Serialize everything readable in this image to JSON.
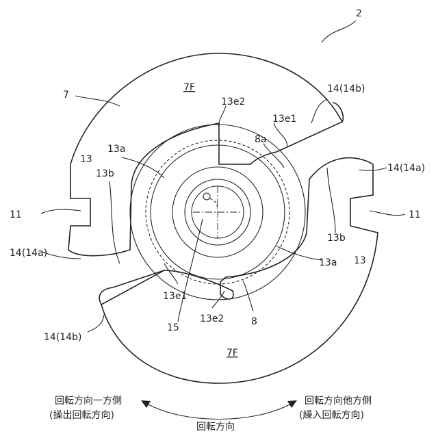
{
  "labels": {
    "ref_device": "2",
    "ref_body": "7",
    "face_top": "7F",
    "face_bottom": "7F",
    "groove_13_left": "13",
    "groove_13_right": "13",
    "part_13a_left": "13a",
    "part_13a_right": "13a",
    "part_13b_left": "13b",
    "part_13b_right": "13b",
    "end_13e1_top": "13e1",
    "end_13e1_bottom": "13e1",
    "end_13e2_top": "13e2",
    "end_13e2_bottom": "13e2",
    "notch_11_left": "11",
    "notch_11_right": "11",
    "tip_14a_left": "14(14a)",
    "tip_14a_right": "14(14a)",
    "tip_14b_top": "14(14b)",
    "tip_14b_bottom": "14(14b)",
    "part_8": "8",
    "part_8a": "8a",
    "part_15": "15"
  },
  "legend": {
    "left_line1": "回転方向一方側",
    "left_line2": "(操出回転方向)",
    "right_line1": "回転方向他方側",
    "right_line2": "(繰入回転方向)",
    "center": "回転方向"
  }
}
